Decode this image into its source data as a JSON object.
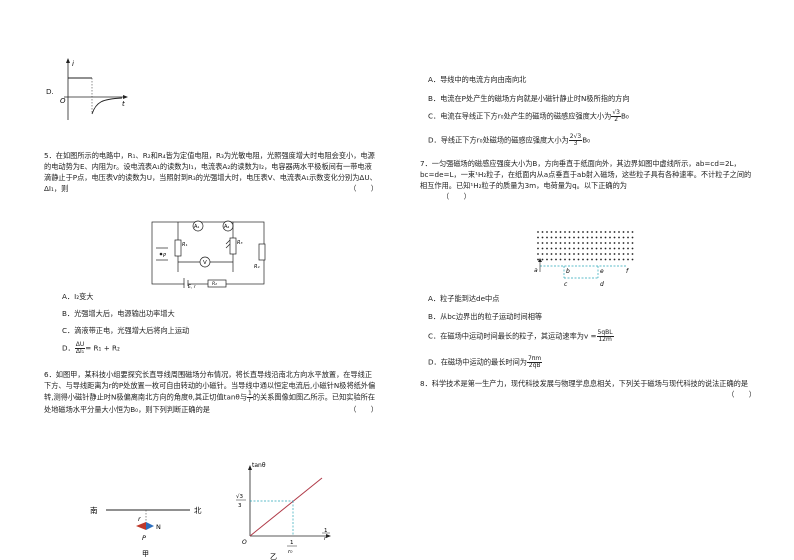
{
  "left": {
    "d_option_label": "D.",
    "d_graph": {
      "axis_i": "i",
      "axis_t": "t",
      "origin": "O"
    },
    "q5": {
      "text": "5．在如图所示的电路中，R₁、R₂和R₄皆为定值电阻，R₃为光敏电阻，光照强度增大时电阻会变小，电源的电动势为E、内阻为r。设电流表A₁的读数为I₁，电流表A₂的读数为I₂，电容器两水平极板间有一带电液滴静止于P点，电压表V的读数为U，当照射到R₃的光强增大时，电压表V、电流表A₁示数变化分别为ΔU、ΔI₁，则",
      "paren": "（　　）",
      "circuit": {
        "r1": "R₁",
        "r2": "R₂",
        "r3": "R₃",
        "r4": "R₄",
        "a1": "A₁",
        "a2": "A₂",
        "v": "V",
        "p": "P",
        "er": "E, r"
      },
      "options": {
        "a": "A．I₂变大",
        "b": "B．光强增大后，电源输出功率增大",
        "c": "C．滴液带正电，光强增大后将向上运动",
        "d_prefix": "D．",
        "d_num": "ΔU",
        "d_den": "ΔI₁",
        "d_suffix": "= R₁ + R₂"
      }
    },
    "q6": {
      "text1": "6．如图甲，某科技小组要探究长直导线周围磁场分布情况，将长直导线沿南北方向水平放置，在导线正下方、与导线距离为r的P处放置一枚可自由转动的小磁针。当导线中通以恒定电流后,小磁针N极将纸外偏转,测得小磁针静止时N极偏离南北方向的角度θ,其正切值tanθ与",
      "frac_num": "1",
      "frac_den": "r",
      "text2": "的关系图像如图乙所示。已知实验所在处地磁场水平分量大小恒为B₀，则下列判断正确的是",
      "paren": "（　　）",
      "fig_a": {
        "south": "南",
        "north": "北",
        "r": "r",
        "n": "N",
        "p": "P",
        "caption": "甲"
      },
      "fig_b": {
        "ylabel": "tanθ",
        "y_num": "√3",
        "y_den": "3",
        "x_num": "1",
        "x_den": "r₀",
        "xlabel_num": "1",
        "xlabel_den": "r",
        "origin": "O",
        "caption": "乙"
      }
    }
  },
  "right": {
    "q6_options": {
      "a": "A．导线中的电流方向由南向北",
      "b": "B．电流在P处产生的磁场方向就是小磁针静止时N极所指的方向",
      "c_prefix": "C．电流在导线正下方r₀处产生的磁场的磁感应强度大小为",
      "c_num": "√3",
      "c_den": "2",
      "c_suffix": "B₀",
      "d_prefix": "D．导线正下方r₀处磁场的磁感应强度大小为",
      "d_num": "2√3",
      "d_den": "3",
      "d_suffix": "B₀"
    },
    "q7": {
      "text": "7．一匀强磁场的磁感应强度大小为B，方向垂直于纸面向外，其边界如图中虚线所示，ab=cd=2L，bc=de=L，一束¹H₂粒子，在纸面内从a点垂直于ab射入磁场，这些粒子具有各种速率。不计粒子之间的相互作用。已知¹H₂粒子的质量为3m，电荷量为q。以下正确的为",
      "paren": "（　　）",
      "labels": {
        "a": "a",
        "b": "b",
        "c": "c",
        "d": "d",
        "e": "e",
        "f": "f"
      },
      "options": {
        "a": "A．粒子能到达de中点",
        "b": "B．从bc边界出的粒子运动时间相等",
        "c_prefix": "C．在磁场中运动时间最长的粒子，其运动速率为v =",
        "c_num": "5qBL",
        "c_den": "12m",
        "d_prefix": "D．在磁场中运动的最长时间为",
        "d_num": "7πm",
        "d_den": "2qB"
      }
    },
    "q8": {
      "text": "8．科学技术是第一生产力，现代科技发展与物理学息息相关，下列关于磁场与现代科技的说法正确的是",
      "paren": "（　　）"
    }
  }
}
